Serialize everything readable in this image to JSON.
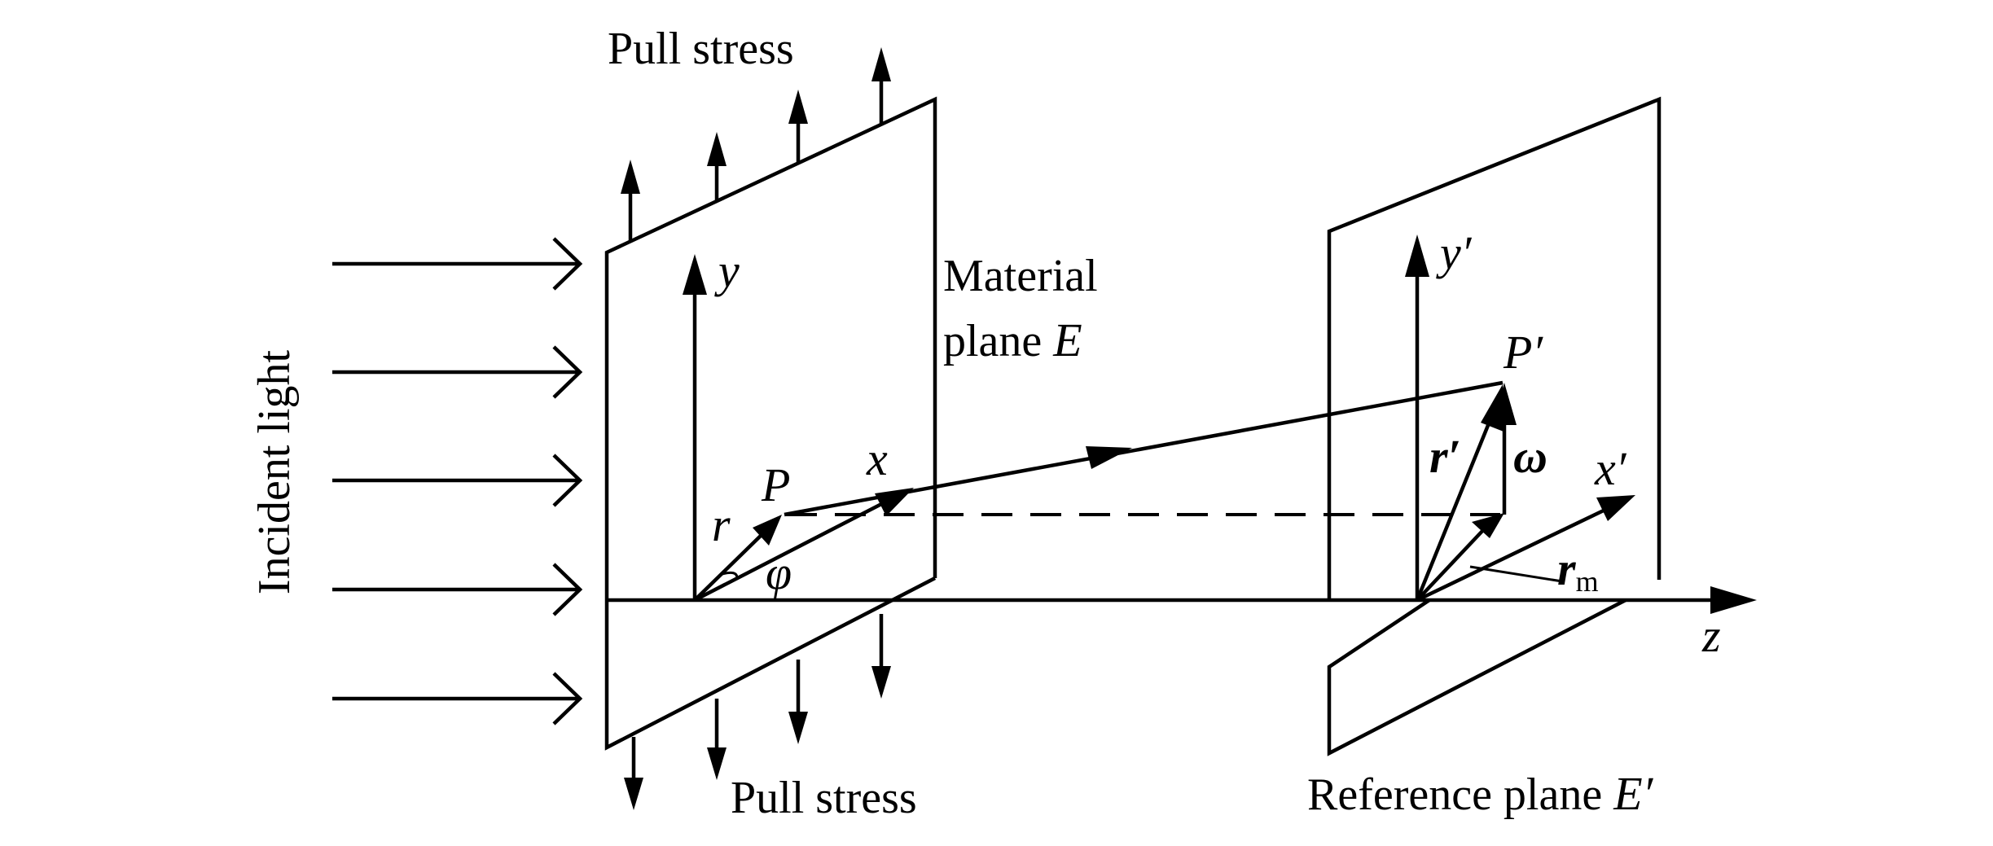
{
  "labels": {
    "pull_stress_top": "Pull stress",
    "pull_stress_bottom": "Pull stress",
    "incident_light": "Incident light",
    "material_plane_line1": "Material",
    "material_plane_line2": "plane ",
    "material_plane_symbol": "E",
    "reference_plane_text": "Reference plane ",
    "reference_plane_symbol": "E′"
  },
  "symbols": {
    "y": "y",
    "x": "x",
    "P": "P",
    "r": "r",
    "phi": "φ",
    "y_prime": "y′",
    "x_prime": "x′",
    "P_prime": "P′",
    "r_prime": "r′",
    "omega": "ω",
    "r_m": "r",
    "r_m_sub": "m",
    "z": "z"
  }
}
